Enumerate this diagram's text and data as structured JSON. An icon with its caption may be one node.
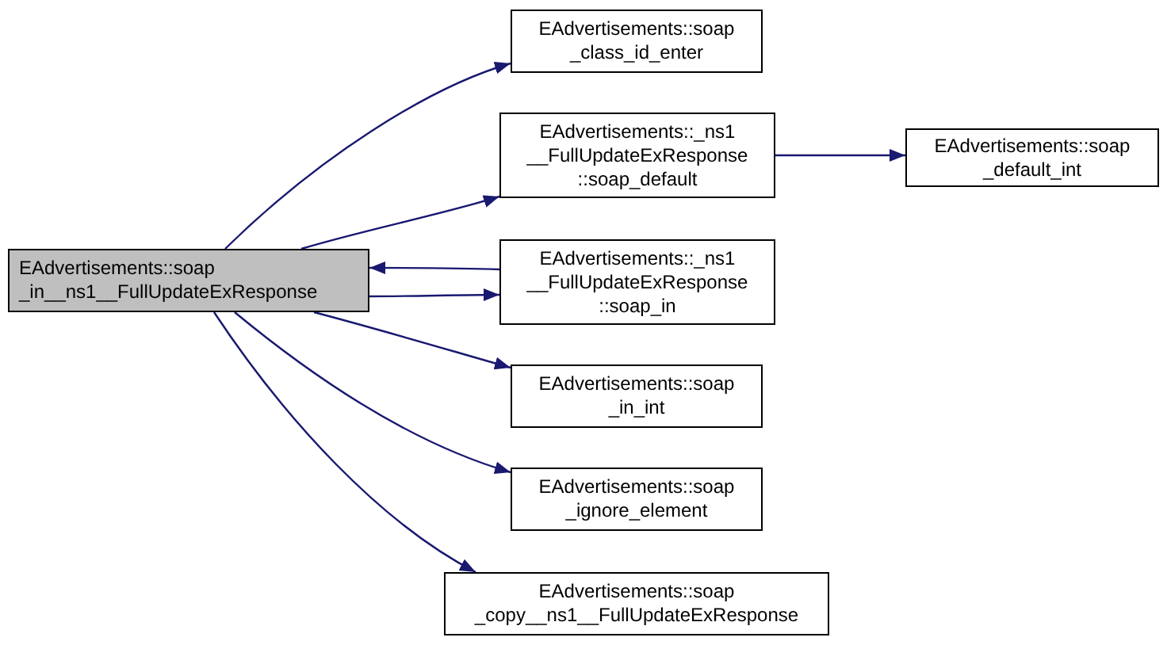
{
  "diagram": {
    "nodes": [
      {
        "text": [
          "EAdvertisements::soap _in__ns1__FullUpdateExResponse"
        ]
      },
      {
        "text": [
          "EAdvertisements::soap _class_id_enter"
        ]
      },
      {
        "text": [
          "EAdvertisements::_ns1 __FullUpdateExResponse ::soap_default"
        ]
      },
      {
        "text": [
          "EAdvertisements::soap _default_int"
        ]
      },
      {
        "text": [
          "EAdvertisements::_ns1 __FullUpdateExResponse ::soap_in"
        ]
      },
      {
        "text": [
          "EAdvertisements::soap _in_int"
        ]
      },
      {
        "text": [
          "EAdvertisements::soap _ignore_element"
        ]
      },
      {
        "text": [
          "EAdvertisements::soap _copy__ns1__FullUpdateExResponse"
        ]
      }
    ],
    "edges": [
      {
        "from": 0,
        "to": 1,
        "arrow": "to"
      },
      {
        "from": 0,
        "to": 2,
        "arrow": "to"
      },
      {
        "from": 2,
        "to": 3,
        "arrow": "to"
      },
      {
        "from": 4,
        "to": 0,
        "arrow": "to"
      },
      {
        "from": 0,
        "to": 4,
        "arrow": "to"
      },
      {
        "from": 0,
        "to": 5,
        "arrow": "to"
      },
      {
        "from": 0,
        "to": 6,
        "arrow": "to"
      },
      {
        "from": 0,
        "to": 7,
        "arrow": "to"
      }
    ]
  }
}
